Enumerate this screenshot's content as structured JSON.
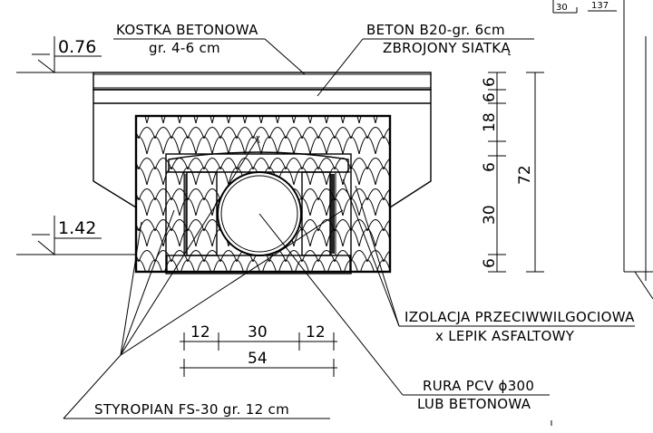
{
  "labels": {
    "paving": {
      "line1": "KOSTKA BETONOWA",
      "line2": "gr. 4-6 cm"
    },
    "concrete": {
      "line1": "BETON B20-gr. 6cm",
      "line2": "ZBROJONY SIATKĄ"
    },
    "insulation_moisture": {
      "line1": "IZOLACJA PRZECIWWILGOCIOWA",
      "line2": "x LEPIK ASFALTOWY"
    },
    "pipe": {
      "line1": "RURA PCV ϕ300",
      "line2": "LUB BETONOWA"
    },
    "styrofoam": {
      "line1": "STYROPIAN FS-30 gr. 12 cm"
    }
  },
  "levels": {
    "top": "0.76",
    "bottom": "1.42"
  },
  "vertical_dims": {
    "v1": "6",
    "v2": "6",
    "v3": "18",
    "v4": "6",
    "v5": "30",
    "v6": "6",
    "total": "72"
  },
  "horizontal_dims": {
    "left": "12",
    "center": "30",
    "right": "12",
    "total": "54"
  },
  "corner": {
    "a": "30",
    "b": "137"
  }
}
